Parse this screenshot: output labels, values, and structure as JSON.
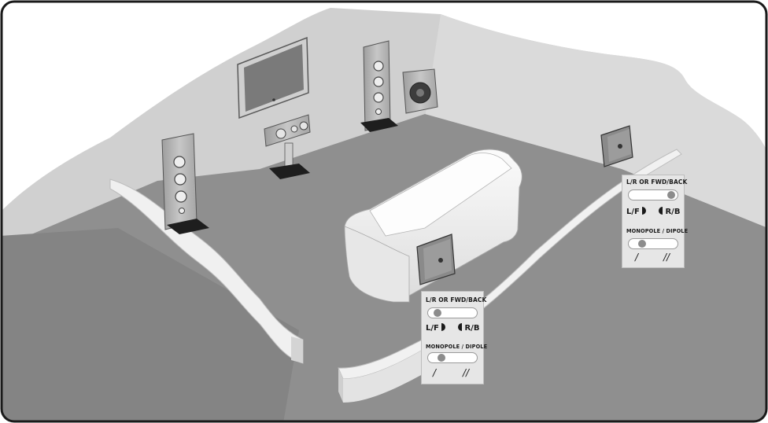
{
  "colors": {
    "frame": "#1a1a1a",
    "wall": "#cfcfcf",
    "floor": "#8e8e8e",
    "furniture": "#f2f2f2"
  },
  "panels": [
    {
      "id": "panel-right",
      "title": "L/R OR FWD/BACK",
      "label_left": "L/F",
      "label_right": "R/B",
      "title2": "MONOPOLE / DIPOLE",
      "slash_left": "/",
      "slash_right": "//",
      "switch1_position": "right",
      "switch2_position": "left"
    },
    {
      "id": "panel-bottom",
      "title": "L/R OR FWD/BACK",
      "label_left": "L/F",
      "label_right": "R/B",
      "title2": "MONOPOLE / DIPOLE",
      "slash_left": "/",
      "slash_right": "//",
      "switch1_position": "left",
      "switch2_position": "left"
    }
  ]
}
